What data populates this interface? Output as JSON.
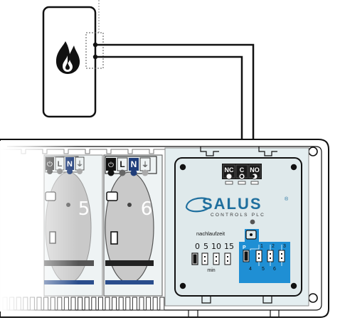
{
  "boiler": {
    "icon": "flame-icon"
  },
  "terminal_block": {
    "nc_label": "NC",
    "c_label": "C",
    "no_label": "NO"
  },
  "zones": [
    {
      "number": "5",
      "pins": [
        "⏻",
        "L",
        "N",
        "⏚"
      ]
    },
    {
      "number": "6",
      "pins": [
        "⏻",
        "L",
        "N",
        "⏚"
      ]
    }
  ],
  "brand": {
    "name": "SALUS",
    "registered": "®",
    "subtitle": "CONTROLS PLC"
  },
  "overrun": {
    "title": "nachlaufzeit",
    "options": [
      "0",
      "5",
      "10",
      "15"
    ],
    "unit": "min"
  },
  "jumper_block": {
    "p_label": "P",
    "top_numbers": [
      "1",
      "2",
      "3"
    ],
    "bottom_numbers": [
      "4",
      "5",
      "6"
    ]
  },
  "colors": {
    "outline": "#111111",
    "panel_fill": "#e4eef0",
    "module_fill": "#dfe9eb",
    "accent_blue": "#1f8fd4",
    "zone_fill": "#c9c9c9",
    "logo_blue": "#1f6f9e"
  }
}
